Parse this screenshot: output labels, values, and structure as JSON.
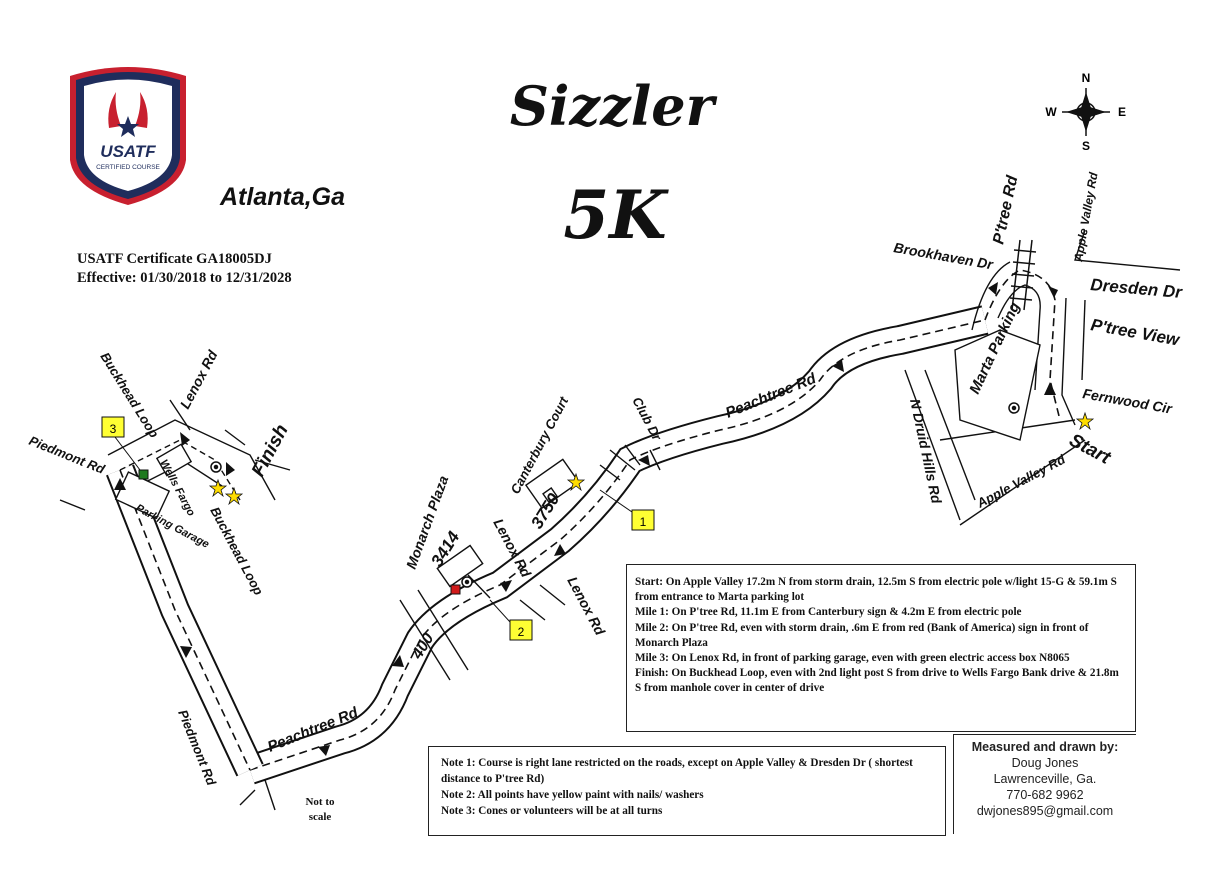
{
  "title": {
    "line1": "Sizzler",
    "line2": "5K"
  },
  "location": "Atlanta,Ga",
  "logo": {
    "name": "USATF",
    "subtext": "CERTIFIED COURSE"
  },
  "certificate": {
    "line1": "USATF Certificate GA18005DJ",
    "line2": "Effective: 01/30/2018 to 12/31/2028"
  },
  "compass": {
    "n": "N",
    "s": "S",
    "e": "E",
    "w": "W"
  },
  "roads": {
    "peachtree_main": "Peachtree Rd",
    "peachtree_low": "Peachtree Rd",
    "ptree_north": "P'tree Rd",
    "apple_valley_north": "Apple Valley Rd",
    "apple_valley_south": "Apple Valley Rd",
    "brookhaven": "Brookhaven Dr",
    "dresden": "Dresden Dr",
    "ptree_view": "P'tree View",
    "fernwood": "Fernwood Cir",
    "n_druid": "N Druid Hills Rd",
    "marta": "Marta Parking",
    "club": "Club Dr",
    "canterbury": "Canterbury Court",
    "lenox_mid": "Lenox Rd",
    "lenox_low": "Lenox Rd",
    "lenox_top": "Lenox Rd",
    "monarch": "Monarch Plaza",
    "buckhead_loop_top": "Buckhead Loop",
    "buckhead_loop_low": "Buckhead Loop",
    "piedmont_top": "Piedmont Rd",
    "piedmont_low": "Piedmont Rd",
    "wells_fargo": "Wells Fargo",
    "parking_garage": "Parking Garage",
    "i400": "400",
    "num_3750": "3750",
    "num_3414": "3414"
  },
  "points": {
    "start": "Start",
    "finish": "Finish"
  },
  "markers": {
    "m1": "1",
    "m2": "2",
    "m3": "3"
  },
  "notes_desc": [
    "Start: On Apple Valley 17.2m  N from storm drain, 12.5m S from electric pole w/light 15-G & 59.1m S from entrance to Marta parking lot",
    "Mile 1: On P'tree Rd, 11.1m E from Canterbury sign & 4.2m E from electric pole",
    "Mile 2: On P'tree Rd, even with storm drain, .6m E from red (Bank of America) sign in front of Monarch Plaza",
    "Mile 3: On Lenox Rd, in front of parking garage, even with green electric access box N8065",
    "Finish: On Buckhead Loop, even with 2nd light post S from drive to Wells Fargo Bank drive & 21.8m S from manhole cover in center of drive"
  ],
  "notes_course": [
    "Note 1: Course is right lane restricted on the roads, except on Apple Valley & Dresden Dr ( shortest distance to P'tree Rd)",
    "Note 2: All points have yellow paint with nails/ washers",
    "Note 3: Cones or volunteers will be at all turns"
  ],
  "measured": {
    "heading": "Measured and drawn by:",
    "name": "Doug Jones",
    "city": "Lawrenceville, Ga.",
    "phone": "770-682 9962",
    "email": "dwjones895@gmail.com"
  },
  "not_to_scale": "Not to scale",
  "colors": {
    "navy": "#1f2d5c",
    "red": "#c8202f",
    "marker_yellow": "#ffff33",
    "mile3_box": "#1f7a1f",
    "mile2_box": "#d11a1a"
  }
}
